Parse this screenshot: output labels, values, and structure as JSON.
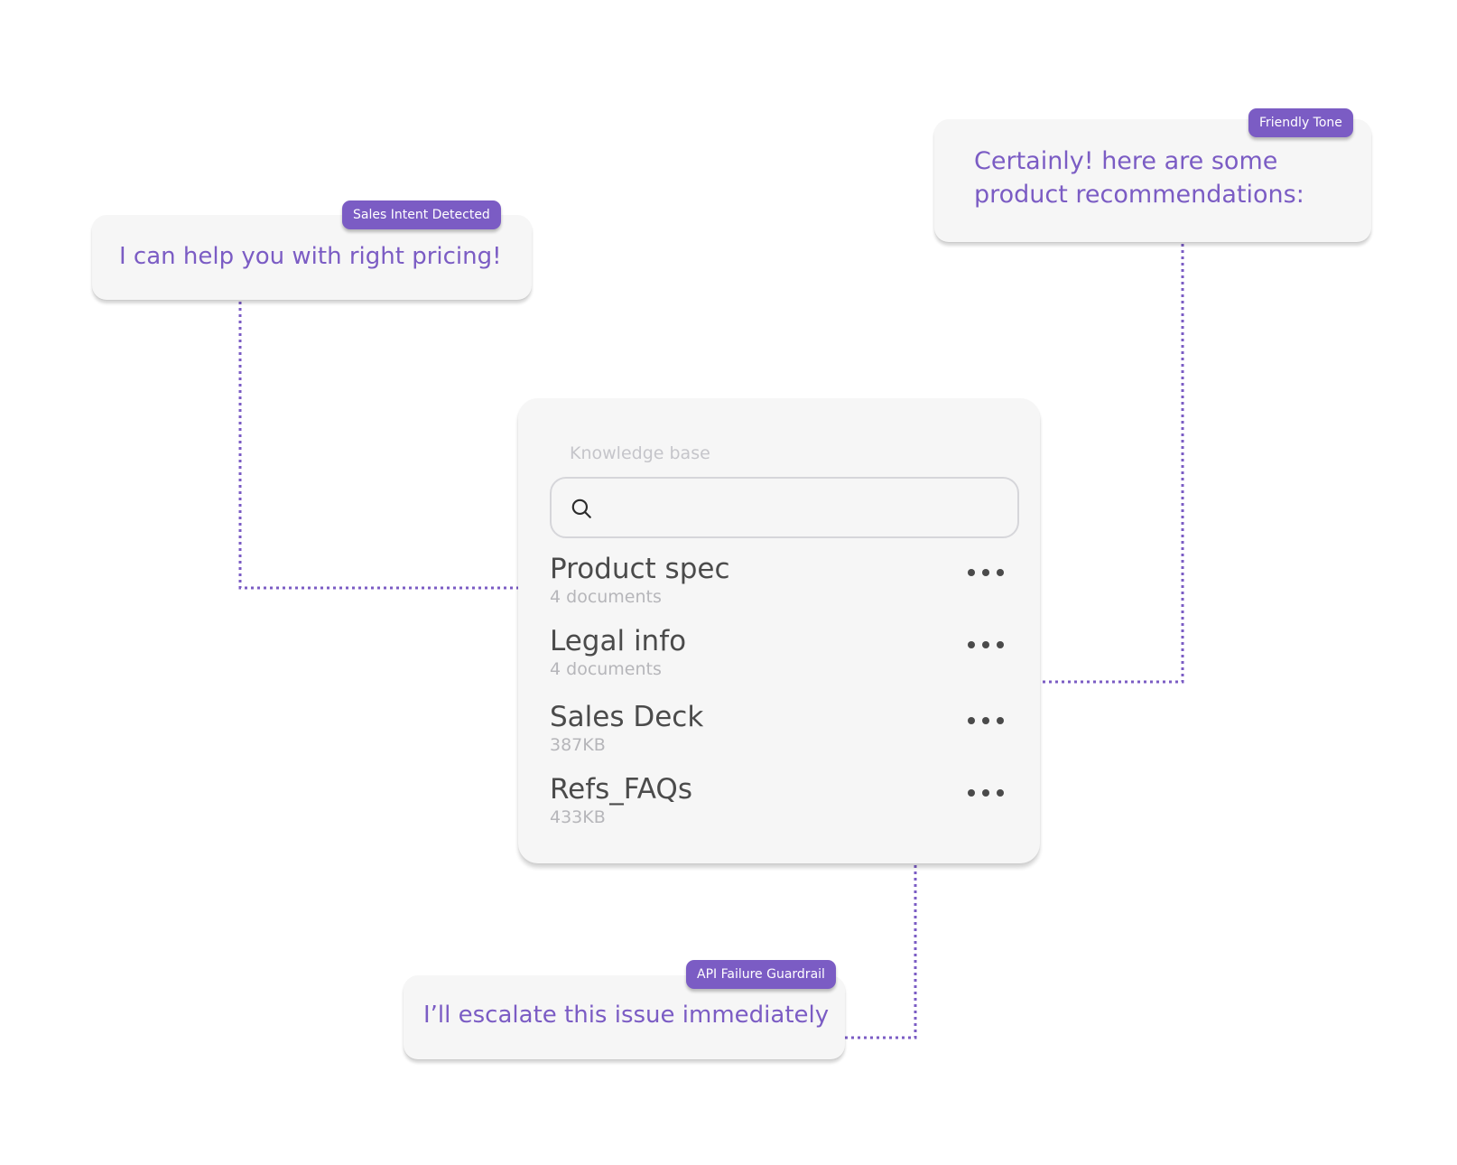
{
  "colors": {
    "accent": "#7b5cc4",
    "bubble_bg": "#f6f6f6",
    "panel_bg": "#f6f6f6",
    "item_title": "#4b4b4b",
    "item_meta": "#b6b6ba",
    "panel_title": "#c5c5ca"
  },
  "callouts": {
    "sales": {
      "badge": "Sales Intent Detected",
      "text": "I can help you with right pricing!"
    },
    "friendly": {
      "badge": "Friendly Tone",
      "line1": "Certainly! here are some",
      "line2": "product recommendations:"
    },
    "api": {
      "badge": "API Failure Guardrail",
      "text": "I’ll escalate this issue immediately"
    }
  },
  "knowledge_base": {
    "title": "Knowledge base",
    "search": {
      "value": "",
      "icon": "search-icon"
    },
    "items": [
      {
        "name": "Product spec",
        "meta": "4 documents",
        "menu_icon": "more-horizontal-icon"
      },
      {
        "name": "Legal info",
        "meta": "4 documents",
        "menu_icon": "more-horizontal-icon"
      },
      {
        "name": "Sales Deck",
        "meta": "387KB",
        "menu_icon": "more-horizontal-icon"
      },
      {
        "name": "Refs_FAQs",
        "meta": "433KB",
        "menu_icon": "more-horizontal-icon"
      }
    ]
  }
}
